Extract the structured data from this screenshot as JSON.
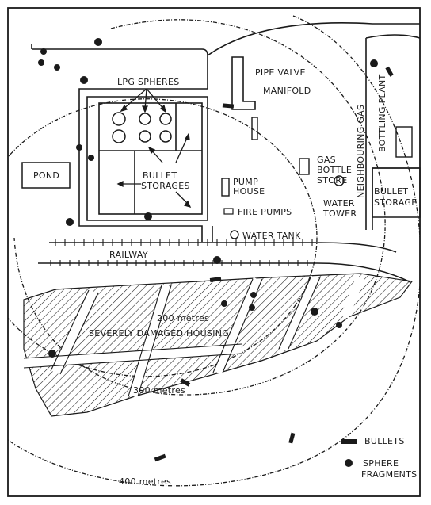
{
  "labels": {
    "lpg_spheres": "LPG SPHERES",
    "pipe_valve": "PIPE VALVE",
    "manifold": "MANIFOLD",
    "neighbouring_1": "NEIGHBOURING GAS",
    "neighbouring_2": "BOTTLING PLANT",
    "pond": "POND",
    "bullet_1": "BULLET",
    "storages": "STORAGES",
    "pump_1": "PUMP",
    "pump_2": "HOUSE",
    "gas_1": "GAS",
    "gas_2": "BOTTLE",
    "gas_3": "STORE",
    "water_1": "WATER",
    "water_2": "TOWER",
    "fire_pumps": "FIRE PUMPS",
    "water_tank": "WATER TANK",
    "bullet_storage_1": "BULLET",
    "bullet_storage_2": "STORAGE",
    "railway": "RAILWAY",
    "ring_200": "200 metres",
    "housing": "SEVERELY DAMAGED HOUSING",
    "ring_300": "300 metres",
    "ring_400": "400 metres"
  },
  "legend": {
    "bullets": "BULLETS",
    "sphere_1": "SPHERE",
    "sphere_2": "FRAGMENTS"
  },
  "colors": {
    "ink": "#1a1a1a",
    "paper": "#ffffff"
  }
}
